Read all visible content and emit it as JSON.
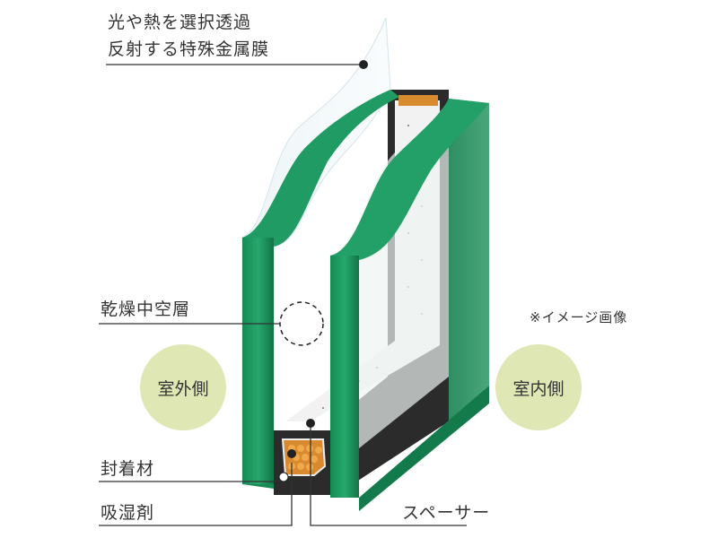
{
  "labels": {
    "metal_film_line1": "光や熱を選択透過",
    "metal_film_line2": "反射する特殊金属膜",
    "dry_air_layer": "乾燥中空層",
    "sealant": "封着材",
    "desiccant": "吸湿剤",
    "spacer": "スペーサー",
    "image_note": "※イメージ画像"
  },
  "sides": {
    "outdoor": "室外側",
    "indoor": "室内側"
  },
  "colors": {
    "glass_edge": "#1d9a62",
    "glass_edge_dark": "#137a4c",
    "spacer": "#2b2b2b",
    "desiccant": "#d98a2e",
    "side_circle": "#dfe8b4"
  }
}
